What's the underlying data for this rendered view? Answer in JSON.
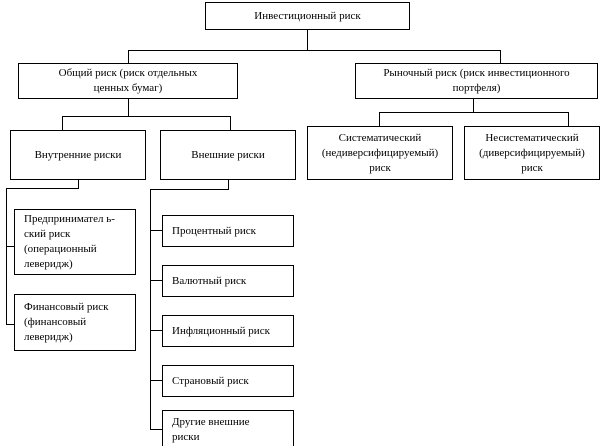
{
  "diagram": {
    "title": "Инвестиционный риск",
    "type": "tree-hierarchy",
    "language": "ru",
    "colors": {
      "background": "#ffffff",
      "border": "#000000",
      "text": "#000000"
    },
    "nodes": {
      "root": {
        "label": "Инвестиционный риск",
        "lines": [
          "Инвестиционный риск"
        ]
      },
      "general_risk": {
        "lines": [
          "Общий риск (риск отдельных",
          "ценных  бумаг)"
        ]
      },
      "market_risk": {
        "lines": [
          "Рыночный риск (риск инвестиционного",
          "портфеля)"
        ]
      },
      "internal_risks": {
        "lines": [
          "Внутренние риски"
        ]
      },
      "external_risks": {
        "lines": [
          "Внешние риски"
        ]
      },
      "systematic": {
        "lines": [
          "Систематический",
          "(недиверсифицируемый)",
          "риск"
        ]
      },
      "unsystematic": {
        "lines": [
          "Несистематический",
          "(диверсифицируемый)",
          "риск"
        ]
      },
      "entrepreneurial": {
        "lines": [
          "Предпринимател ь-",
          "ский риск",
          "(операционный",
          "леверидж)"
        ]
      },
      "financial": {
        "lines": [
          "Финансовый риск",
          "(финансовый",
          "леверидж)"
        ]
      },
      "interest": {
        "lines": [
          "Процентный риск"
        ]
      },
      "currency": {
        "lines": [
          "Валютный риск"
        ]
      },
      "inflation": {
        "lines": [
          "Инфляционный риск"
        ]
      },
      "country": {
        "lines": [
          "Страновый риск"
        ]
      },
      "other_external": {
        "lines": [
          "Другие внешние",
          "риски"
        ]
      }
    }
  }
}
